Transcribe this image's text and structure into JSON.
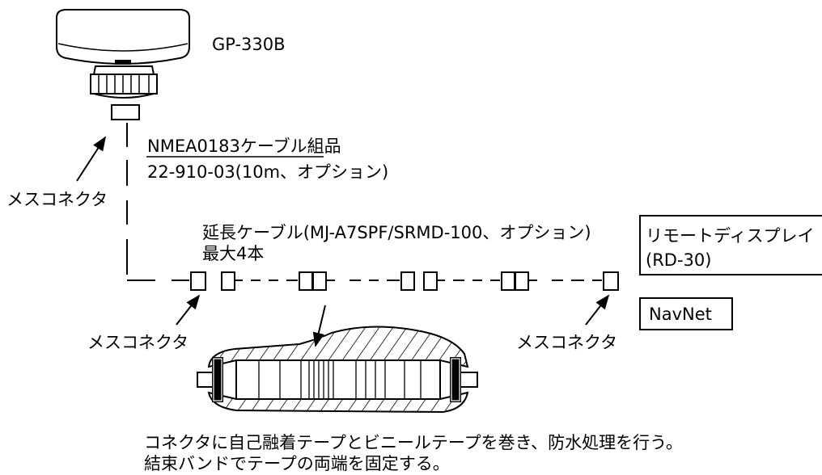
{
  "antenna": {
    "model": "GP-330B"
  },
  "cable": {
    "title": "NMEA0183ケーブル組品",
    "part_number": "22-910-03(10m、オプション)"
  },
  "extension": {
    "label": "延長ケーブル(MJ-A7SPF/SRMD-100、オプション)",
    "max": "最大4本"
  },
  "connectors": {
    "top_left": "メスコネクタ",
    "bottom_left": "メスコネクタ",
    "bottom_right": "メスコネクタ"
  },
  "devices": {
    "remote_display": {
      "line1": "リモートディスプレイ",
      "line2": "(RD-30)"
    },
    "navnet": "NavNet"
  },
  "instructions": {
    "line1": "コネクタに自己融着テープとビニールテープを巻き、防水処理を行う。",
    "line2": "結束バンドでテープの両端を固定する。"
  }
}
